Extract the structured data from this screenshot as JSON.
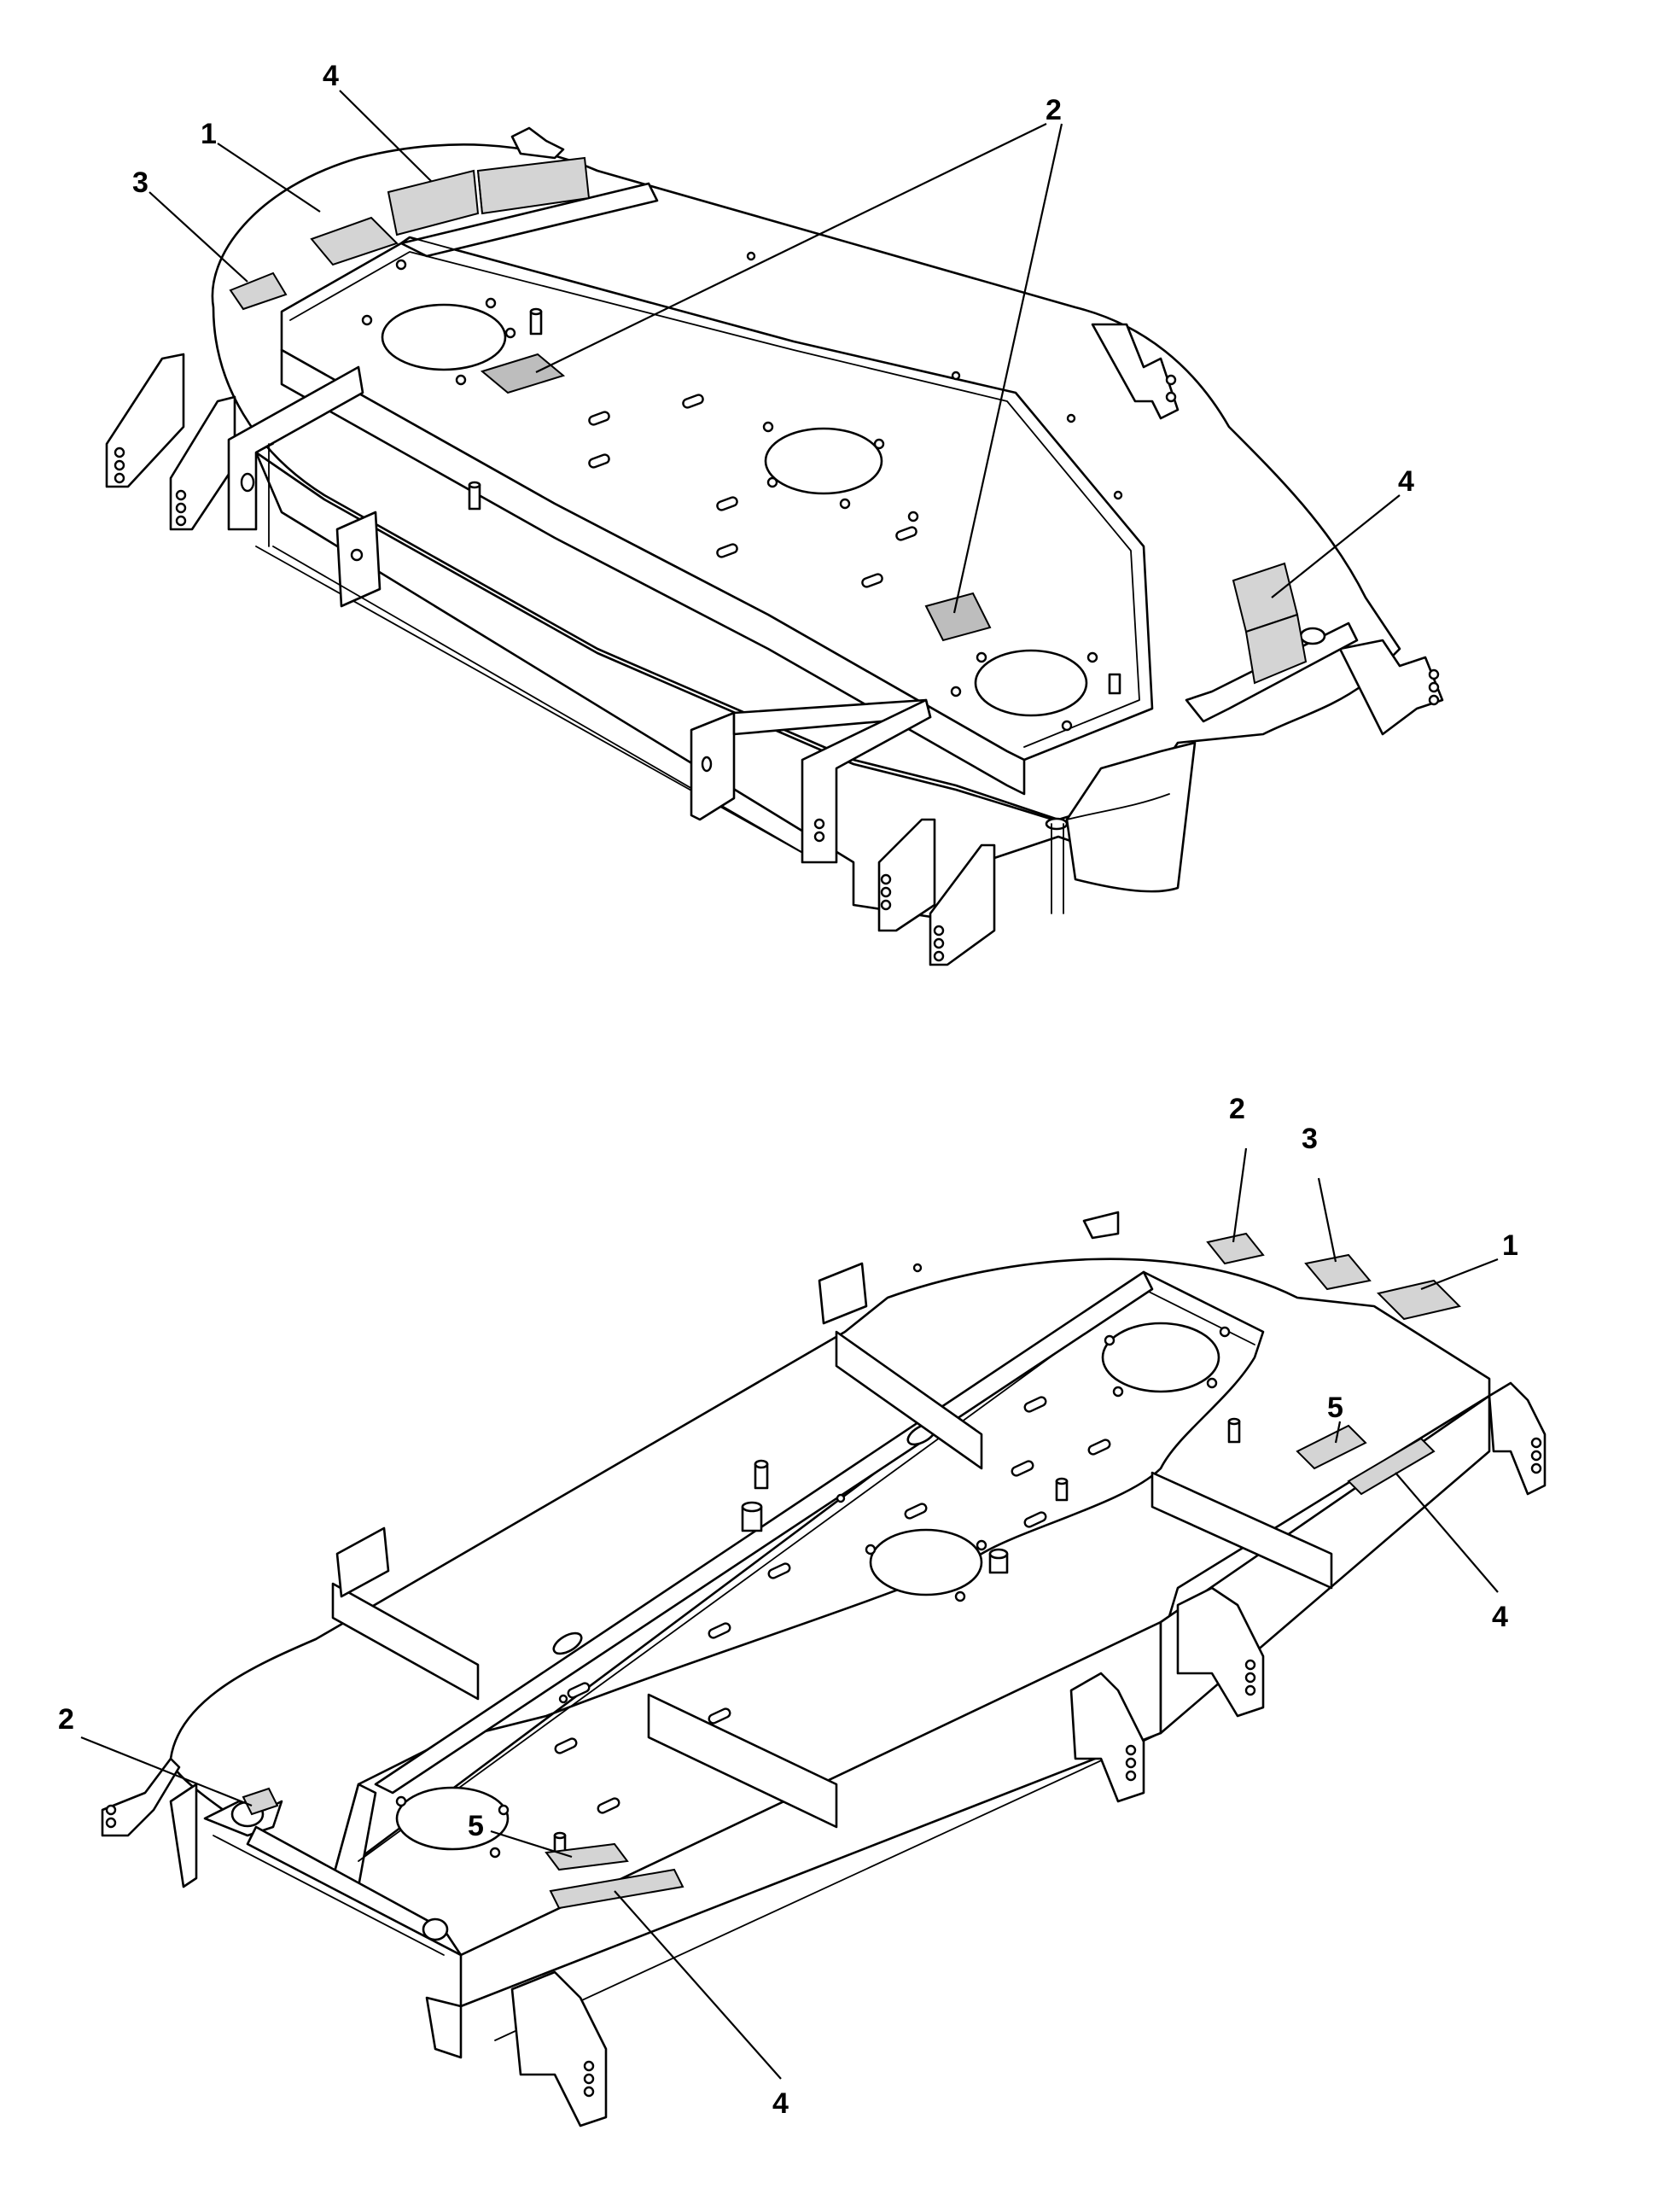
{
  "callouts": {
    "top": {
      "c1": "1",
      "c2": "2",
      "c3": "3",
      "c4a": "4",
      "c4b": "4"
    },
    "bottom": {
      "c1": "1",
      "c2a": "2",
      "c2b": "2",
      "c3": "3",
      "c4a": "4",
      "c4b": "4",
      "c5a": "5",
      "c5b": "5"
    }
  },
  "colors": {
    "line": "#000000",
    "decal_fill": "#bdbdbd",
    "background": "#ffffff"
  }
}
